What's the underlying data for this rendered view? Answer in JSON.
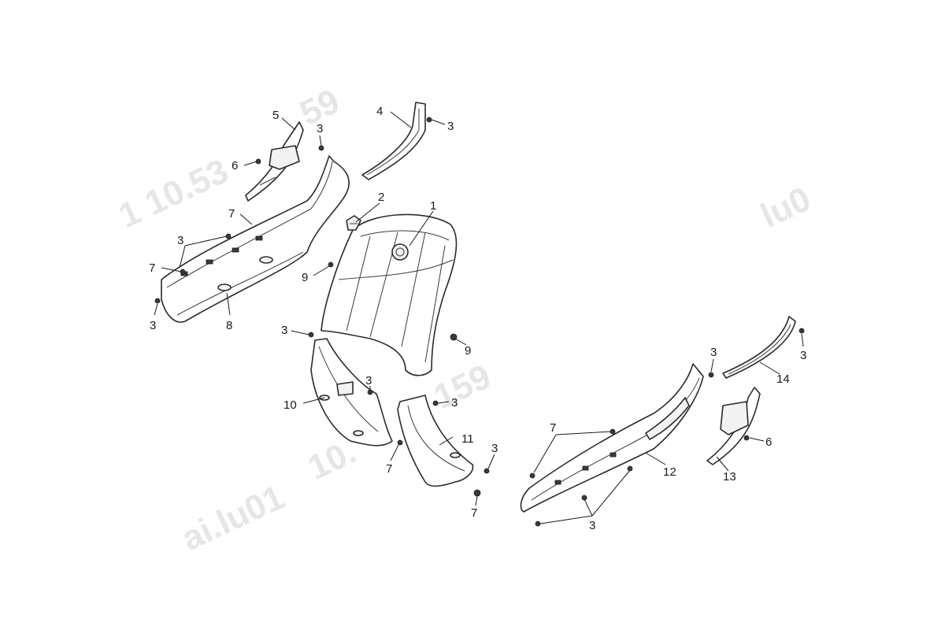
{
  "watermarks": [
    "1 10.53",
    "59",
    "lu0",
    "10.",
    "159",
    "ai.lu01"
  ],
  "callouts": [
    {
      "id": "c1",
      "text": "1"
    },
    {
      "id": "c2",
      "text": "2"
    },
    {
      "id": "c3a",
      "text": "3"
    },
    {
      "id": "c3b",
      "text": "3"
    },
    {
      "id": "c3c",
      "text": "3"
    },
    {
      "id": "c3d",
      "text": "3"
    },
    {
      "id": "c3e",
      "text": "3"
    },
    {
      "id": "c3f",
      "text": "3"
    },
    {
      "id": "c3g",
      "text": "3"
    },
    {
      "id": "c3h",
      "text": "3"
    },
    {
      "id": "c3i",
      "text": "3"
    },
    {
      "id": "c3j",
      "text": "3"
    },
    {
      "id": "c3k",
      "text": "3"
    },
    {
      "id": "c3l",
      "text": "3"
    },
    {
      "id": "c4",
      "text": "4"
    },
    {
      "id": "c5",
      "text": "5"
    },
    {
      "id": "c6a",
      "text": "6"
    },
    {
      "id": "c6b",
      "text": "6"
    },
    {
      "id": "c7a",
      "text": "7"
    },
    {
      "id": "c7b",
      "text": "7"
    },
    {
      "id": "c7c",
      "text": "7"
    },
    {
      "id": "c7d",
      "text": "7"
    },
    {
      "id": "c7e",
      "text": "7"
    },
    {
      "id": "c8",
      "text": "8"
    },
    {
      "id": "c9a",
      "text": "9"
    },
    {
      "id": "c9b",
      "text": "9"
    },
    {
      "id": "c10",
      "text": "10"
    },
    {
      "id": "c11",
      "text": "11"
    },
    {
      "id": "c12",
      "text": "12"
    },
    {
      "id": "c13",
      "text": "13"
    },
    {
      "id": "c14",
      "text": "14"
    }
  ]
}
